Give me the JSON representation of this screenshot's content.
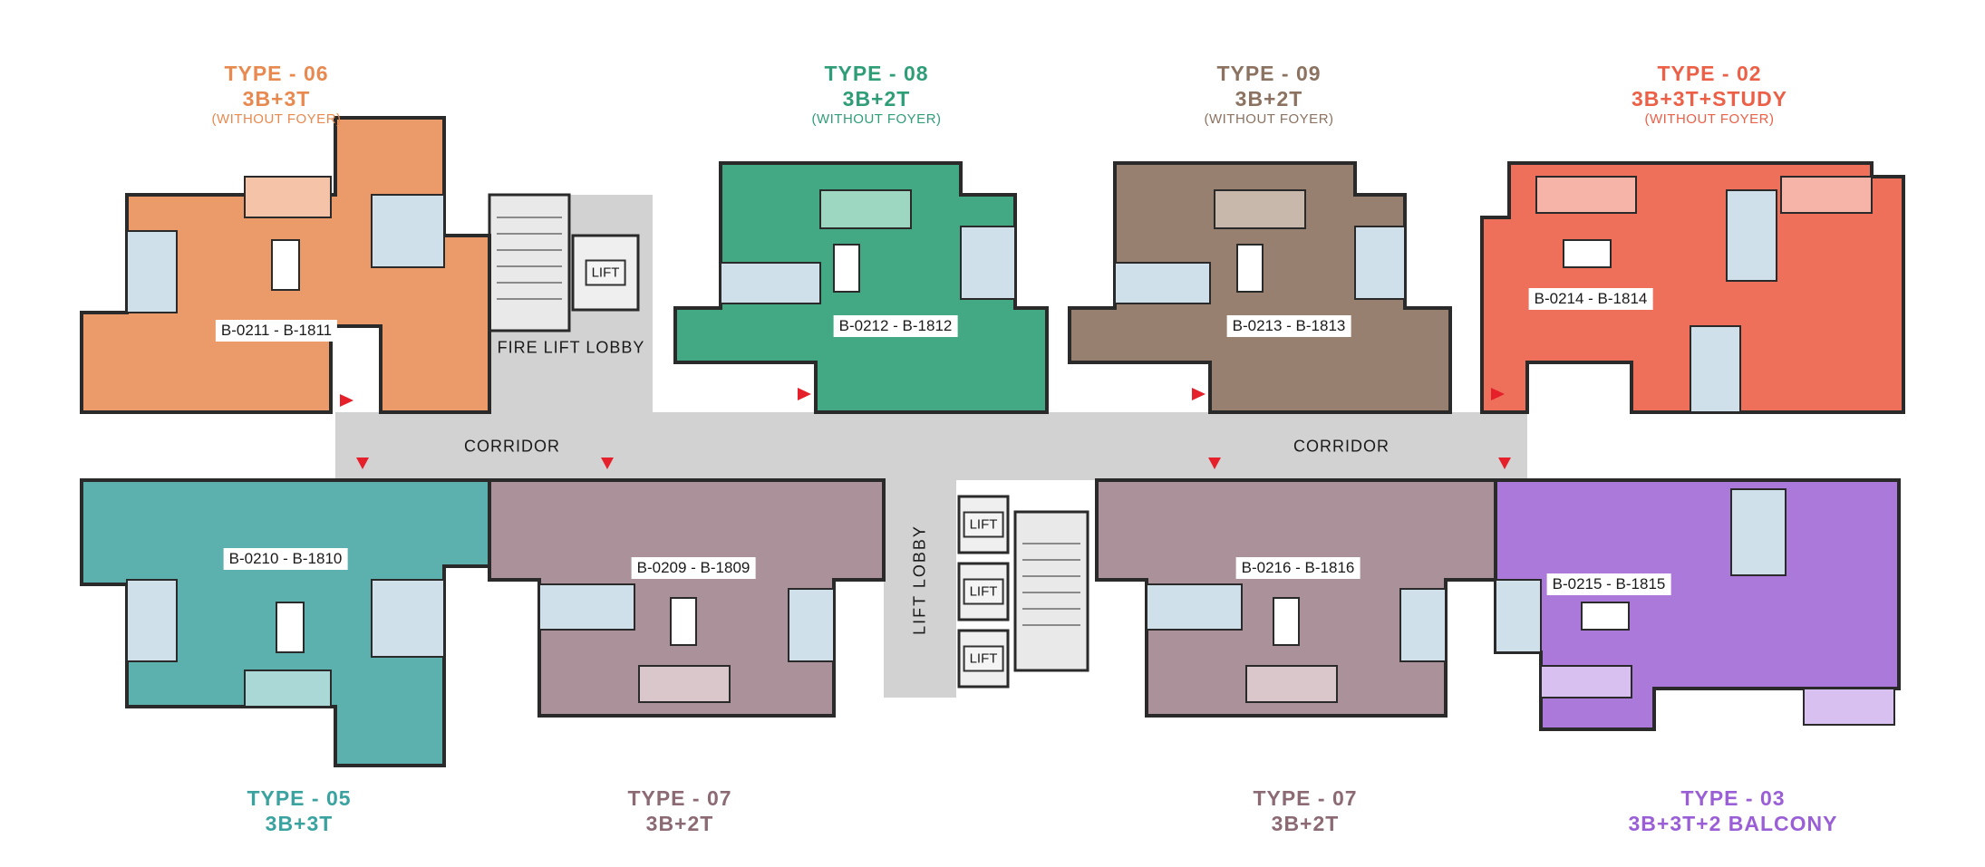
{
  "colors": {
    "type06": "#e8894f",
    "type08": "#2f9e77",
    "type09": "#8c7260",
    "type02": "#ec6048",
    "type05": "#4aa9a6",
    "type07": "#a2868f",
    "type03": "#a26ad6",
    "corridor": "#d2d2d2",
    "wall": "#2a2a2a",
    "arrow": "#e5202a"
  },
  "headers_top": [
    {
      "key": "type06",
      "type": "TYPE - 06",
      "config": "3B+3T",
      "note": "(WITHOUT FOYER)",
      "color": "#e8894f"
    },
    {
      "key": "type08",
      "type": "TYPE - 08",
      "config": "3B+2T",
      "note": "(WITHOUT FOYER)",
      "color": "#2f9e77"
    },
    {
      "key": "type09",
      "type": "TYPE - 09",
      "config": "3B+2T",
      "note": "(WITHOUT FOYER)",
      "color": "#8c7260"
    },
    {
      "key": "type02",
      "type": "TYPE - 02",
      "config": "3B+3T+STUDY",
      "note": "(WITHOUT FOYER)",
      "color": "#ec6048"
    }
  ],
  "headers_bottom": [
    {
      "key": "type05",
      "type": "TYPE - 05",
      "config": "3B+3T",
      "color": "#3aa3a0"
    },
    {
      "key": "type07a",
      "type": "TYPE - 07",
      "config": "3B+2T",
      "color": "#8c6a74"
    },
    {
      "key": "type07b",
      "type": "TYPE - 07",
      "config": "3B+2T",
      "color": "#8c6a74"
    },
    {
      "key": "type03",
      "type": "TYPE - 03",
      "config": "3B+3T+2 BALCONY",
      "color": "#9a5fd6"
    }
  ],
  "units": [
    {
      "key": "u0211",
      "label": "B-0211 - B-1811"
    },
    {
      "key": "u0212",
      "label": "B-0212 - B-1812"
    },
    {
      "key": "u0213",
      "label": "B-0213 - B-1813"
    },
    {
      "key": "u0214",
      "label": "B-0214 - B-1814"
    },
    {
      "key": "u0210",
      "label": "B-0210 - B-1810"
    },
    {
      "key": "u0209",
      "label": "B-0209 - B-1809"
    },
    {
      "key": "u0216",
      "label": "B-0216 - B-1816"
    },
    {
      "key": "u0215",
      "label": "B-0215 - B-1815"
    }
  ],
  "core": {
    "corridor_left": "CORRIDOR",
    "corridor_right": "CORRIDOR",
    "fire_lift_lobby": "FIRE LIFT LOBBY",
    "lift_lobby": "LIFT LOBBY",
    "lift_fire": "LIFT",
    "lifts": [
      "LIFT",
      "LIFT",
      "LIFT"
    ]
  }
}
